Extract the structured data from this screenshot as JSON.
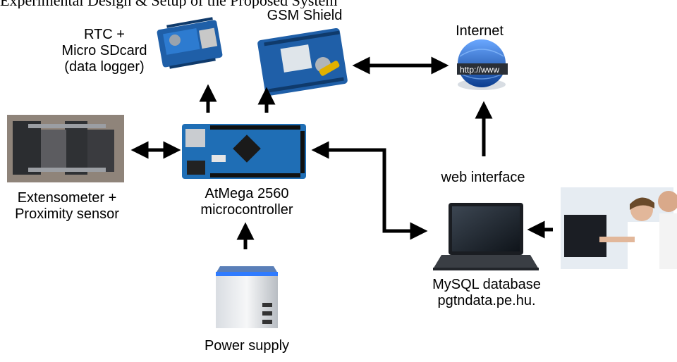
{
  "top_text": "Experimental Design & Setup of the Proposed System",
  "nodes": {
    "rtc": {
      "lines": [
        "RTC +",
        "Micro SDcard",
        "(data logger)"
      ],
      "icon": "data-logger-board-icon"
    },
    "gsm": {
      "label": "GSM Shield",
      "icon": "gsm-shield-board-icon"
    },
    "internet": {
      "label": "Internet",
      "icon": "globe-http-icon",
      "icon_text": "http://www"
    },
    "extensometer": {
      "lines": [
        "Extensometer +",
        "Proximity sensor"
      ],
      "icon": "extensometer-photo"
    },
    "mcu": {
      "lines": [
        "AtMega 2560",
        "microcontroller"
      ],
      "icon": "arduino-mega-board-icon"
    },
    "web": {
      "label": "web interface"
    },
    "laptop": {
      "icon": "laptop-icon"
    },
    "user": {
      "icon": "users-at-screen-photo"
    },
    "db": {
      "lines": [
        "MySQL database",
        "pgtndata.pe.hu."
      ]
    },
    "power": {
      "label": "Power supply",
      "icon": "power-supply-cube-icon"
    }
  },
  "colors": {
    "arrow": "#000000",
    "board_blue": "#1f5fa8",
    "globe_blue": "#1d5fbf",
    "power_glow": "#2f7bff"
  }
}
